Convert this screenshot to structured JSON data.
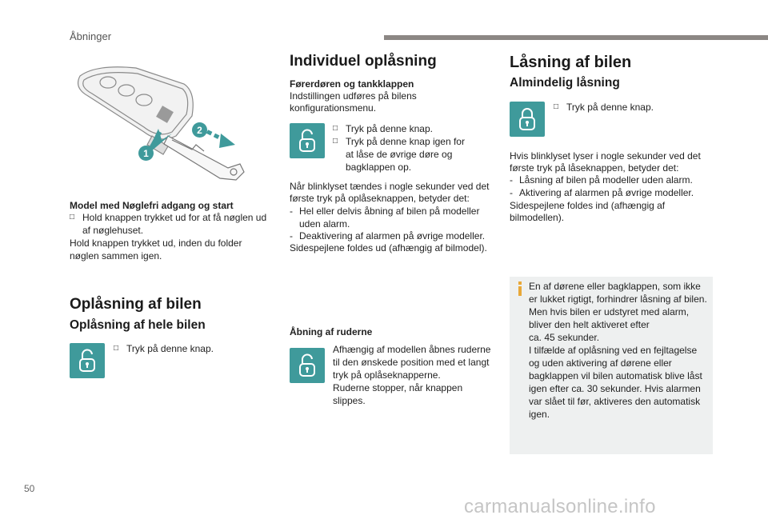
{
  "header": {
    "section": "Åbninger",
    "page_number": "50"
  },
  "colors": {
    "accent": "#3f9a9b",
    "info_accent": "#e8a838",
    "rule": "#8c8784"
  },
  "watermark": "carmanualsonline.info",
  "illustration": {
    "callout_1": "1",
    "callout_2": "2",
    "icon": "smart-key-illustration"
  },
  "col1": {
    "key_heading": "Model med Nøglefri adgang og start",
    "key_bullet_1": "Hold knappen trykket ud for at få nøglen ud af nøglehuset.",
    "key_line_1": "Hold knappen trykket ud, inden du folder",
    "key_line_2": "nøglen sammen igen.",
    "section_title": "Oplåsning af bilen",
    "subsection_title": "Oplåsning af hele bilen",
    "unlock_all_bullet": "Tryk på denne knap."
  },
  "col2": {
    "title": "Individuel oplåsning",
    "driver_heading": "Førerdøren og tankklappen",
    "driver_line_1": "Indstillingen udføres på bilens",
    "driver_line_2": "konfigurationsmenu.",
    "bullet_1": "Tryk på denne knap.",
    "bullet_2": "Tryk på denne knap igen for at låse de øvrige døre og bagklappen op.",
    "flash_line_1": "Når blinklyset tændes i nogle sekunder ved det",
    "flash_line_2": "første tryk på oplåseknappen, betyder det:",
    "flash_dash_1": "Hel eller delvis åbning af bilen på modeller uden alarm.",
    "flash_dash_2": "Deaktivering af alarmen på øvrige modeller.",
    "mirrors_line": "Sidespejlene foldes ud (afhængig af bilmodel).",
    "windows_heading": "Åbning af ruderne",
    "windows_line_1": "Afhængig af modellen åbnes ruderne",
    "windows_line_2": "til den ønskede position med et langt",
    "windows_line_3": "tryk på oplåseknapperne.",
    "windows_line_4": "Ruderne stopper, når knappen",
    "windows_line_5": "slippes."
  },
  "col3": {
    "title": "Låsning af bilen",
    "subtitle": "Almindelig låsning",
    "bullet_1": "Tryk på denne knap.",
    "flash_line_1": "Hvis blinklyset lyser i nogle sekunder ved det",
    "flash_line_2": "første tryk på låseknappen, betyder det:",
    "flash_dash_1": "Låsning af bilen på modeller uden alarm.",
    "flash_dash_2": "Aktivering af alarmen på øvrige modeller.",
    "mirrors_line_1": "Sidespejlene foldes ind (afhængig af",
    "mirrors_line_2": "bilmodellen).",
    "info_lines": [
      "En af dørene eller bagklappen, som ikke",
      "er lukket rigtigt, forhindrer låsning af bilen.",
      "Men hvis bilen er udstyret med alarm,",
      "bliver den helt aktiveret efter",
      "ca. 45 sekunder.",
      "I tilfælde af oplåsning ved en fejltagelse",
      "og uden aktivering af dørene eller",
      "bagklappen vil bilen automatisk blive låst",
      "igen efter ca. 30 sekunder. Hvis alarmen",
      "var slået til før, aktiveres den automatisk",
      "igen."
    ]
  }
}
